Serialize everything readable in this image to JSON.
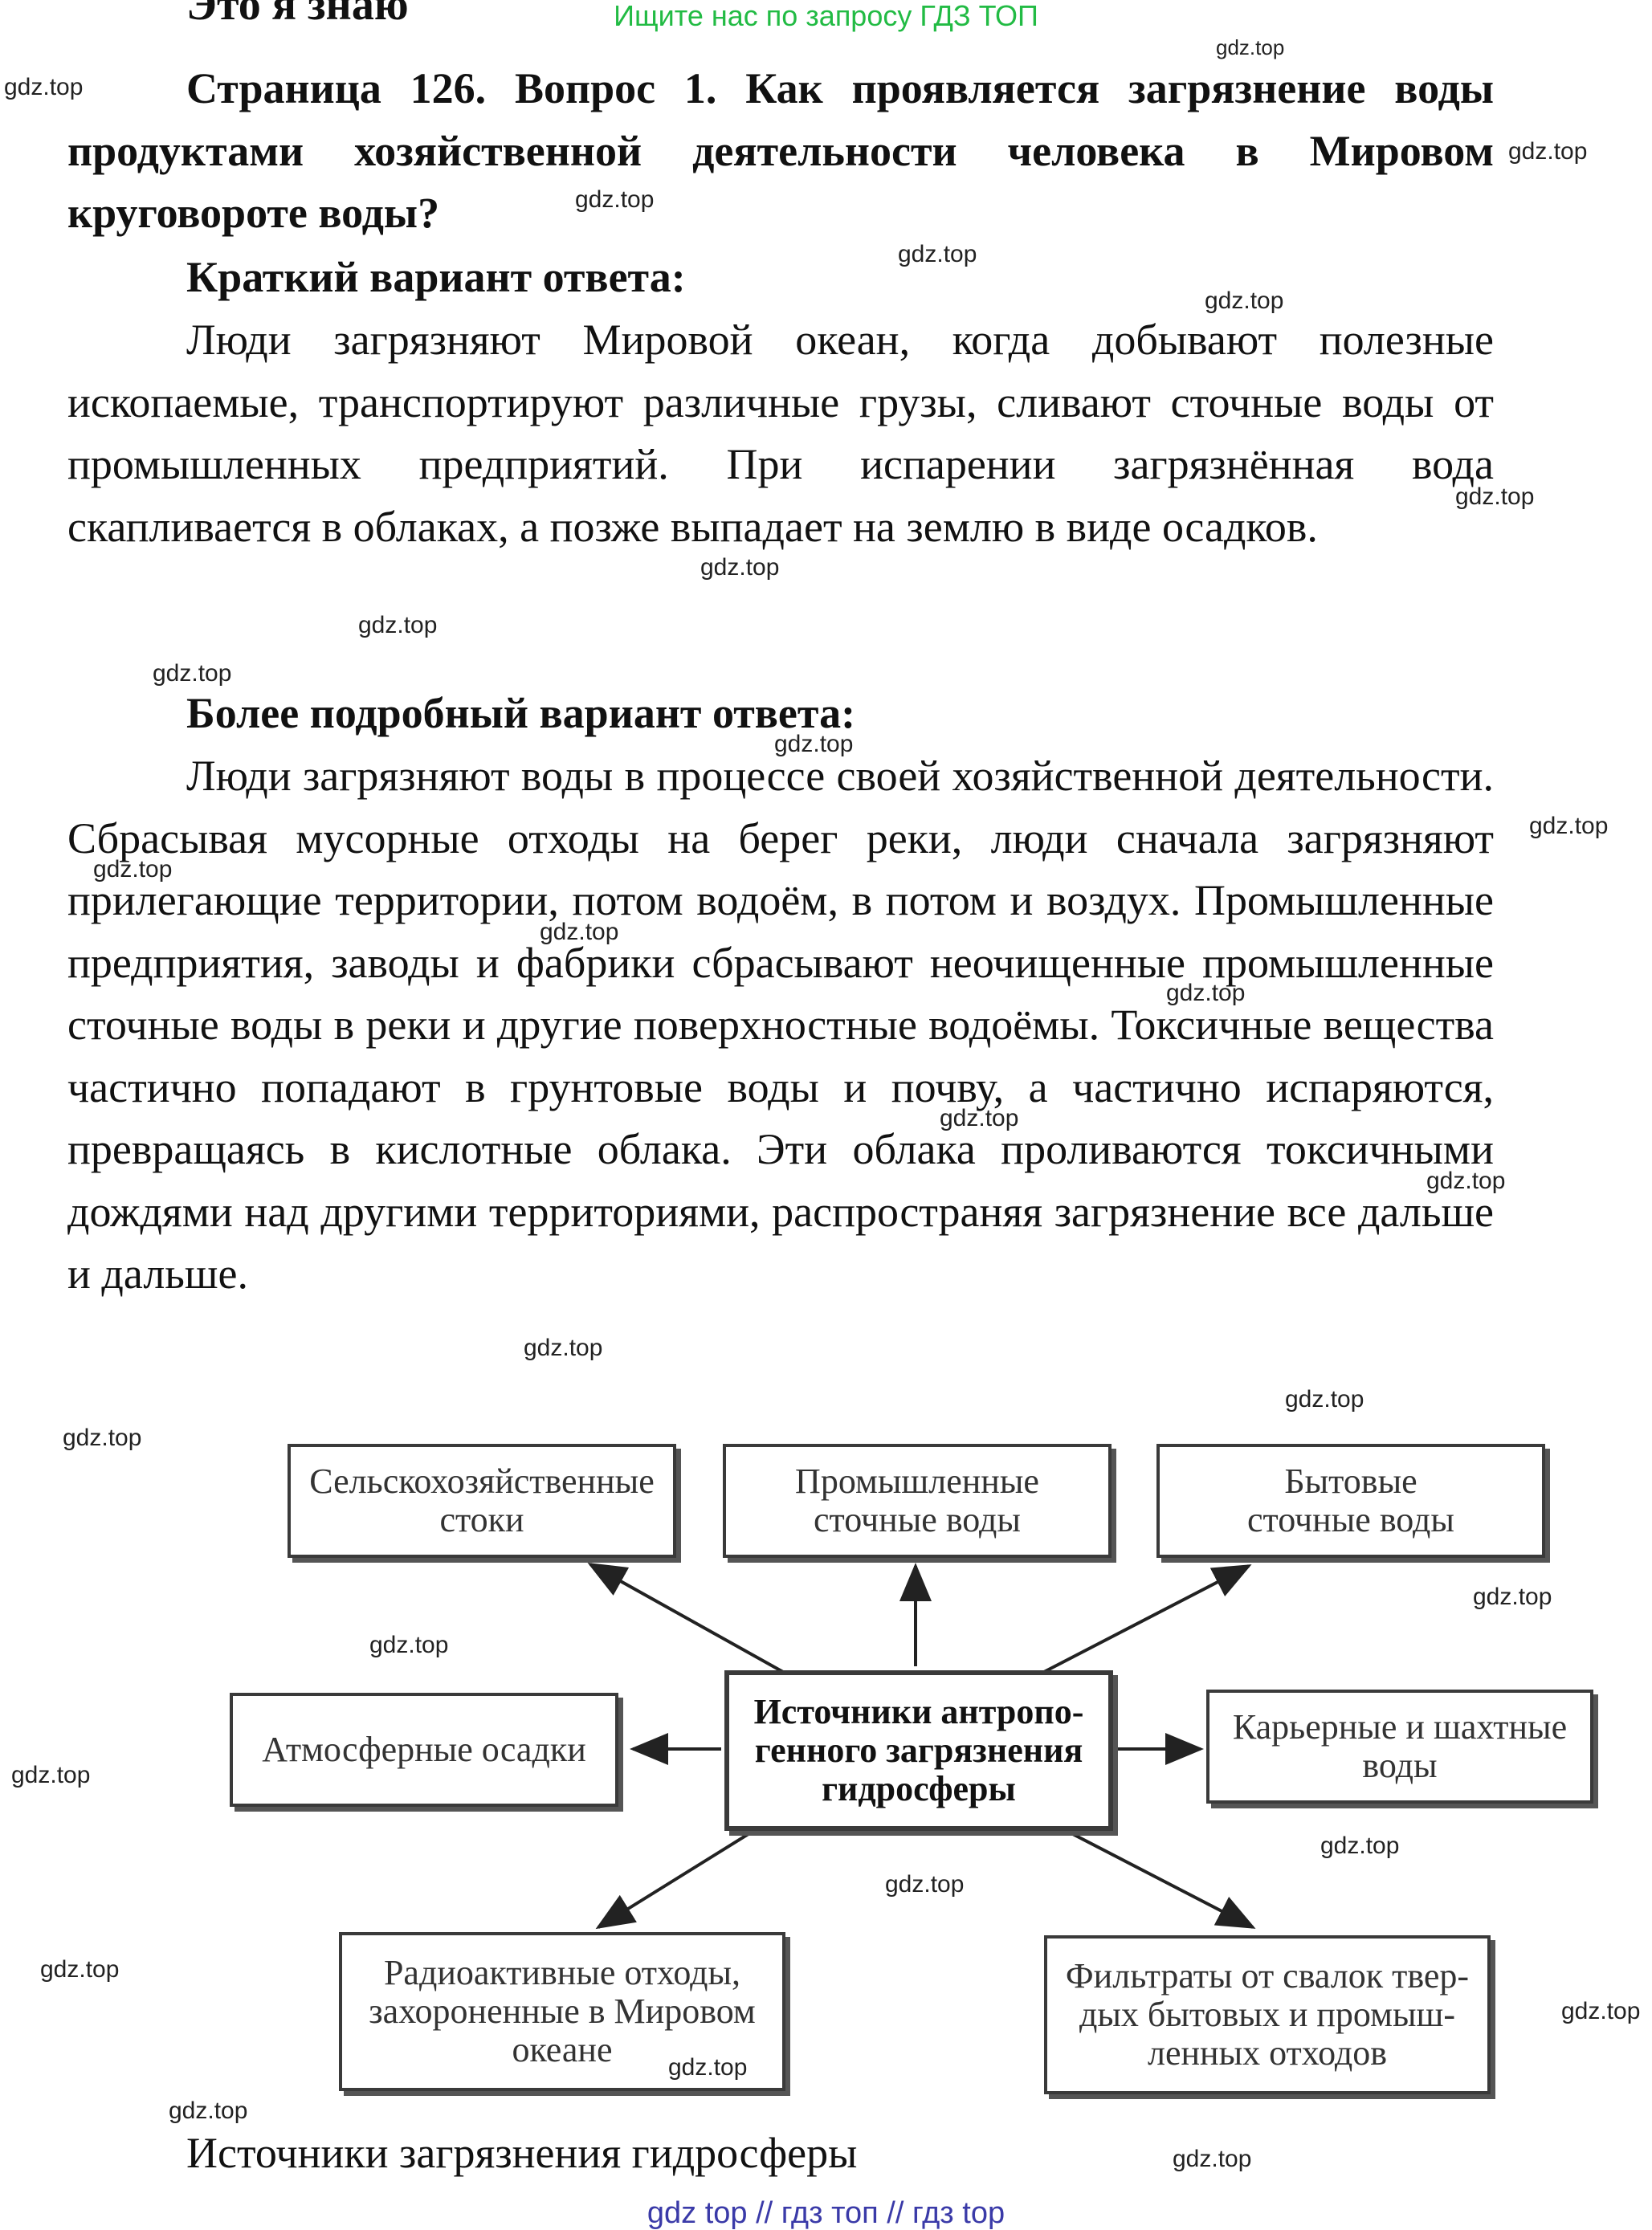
{
  "banner": "Ищите нас по запросу ГДЗ ТОП",
  "cut_heading": "Это я знаю",
  "question": "Страница 126. Вопрос 1. Как проявляется загрязнение воды продуктами хозяйственной деятельности человека в Мировом круговороте воды?",
  "short_title": "Краткий вариант ответа:",
  "short_text": "Люди загрязняют Мировой океан, когда добывают полезные ископаемые, транспортируют различные грузы, сливают сточные воды от промышленных предприятий. При испарении загрязнённая вода скапливается в облаках, а позже выпадает на землю в виде осадков.",
  "long_title": "Более подробный вариант ответа:",
  "long_text": "Люди загрязняют воды в процессе своей хозяйственной деятельности. Сбрасывая мусорные отходы на берег реки, люди сначала загрязняют прилегающие территории, потом водоём, в потом и воздух. Промышленные предприятия, заводы и фабрики сбрасывают неочищенные промышленные сточные воды в реки и другие поверхностные водоёмы. Токсичные вещества частично попадают в грунтовые воды и почву, а частично испаряются, превращаясь в кислотные облака. Эти облака проливаются токсичными дождями над другими территориями, распространяя загрязнение все дальше и дальше.",
  "diagram": {
    "center": [
      "Источники антропо-",
      "генного загрязнения",
      "гидросферы"
    ],
    "agri": [
      "Сельскохозяйственные",
      "стоки"
    ],
    "industrial": [
      "Промышленные",
      "сточные воды"
    ],
    "household": [
      "Бытовые",
      "сточные воды"
    ],
    "atmospheric": [
      "Атмосферные осадки"
    ],
    "mine": [
      "Карьерные и шахтные",
      "воды"
    ],
    "radioactive": [
      "Радиоактивные отходы,",
      "захороненные в Мировом",
      "океане"
    ],
    "filtrates": [
      "Фильтраты от свалок твер-",
      "дых бытовых и промыш-",
      "ленных отходов"
    ]
  },
  "caption": "Источники загрязнения гидросферы",
  "watermark": "gdz.top",
  "footer": "gdz top  //  гдз топ  //  гдз top",
  "colors": {
    "banner": "#22bb44",
    "footer": "#3a3aa8"
  }
}
